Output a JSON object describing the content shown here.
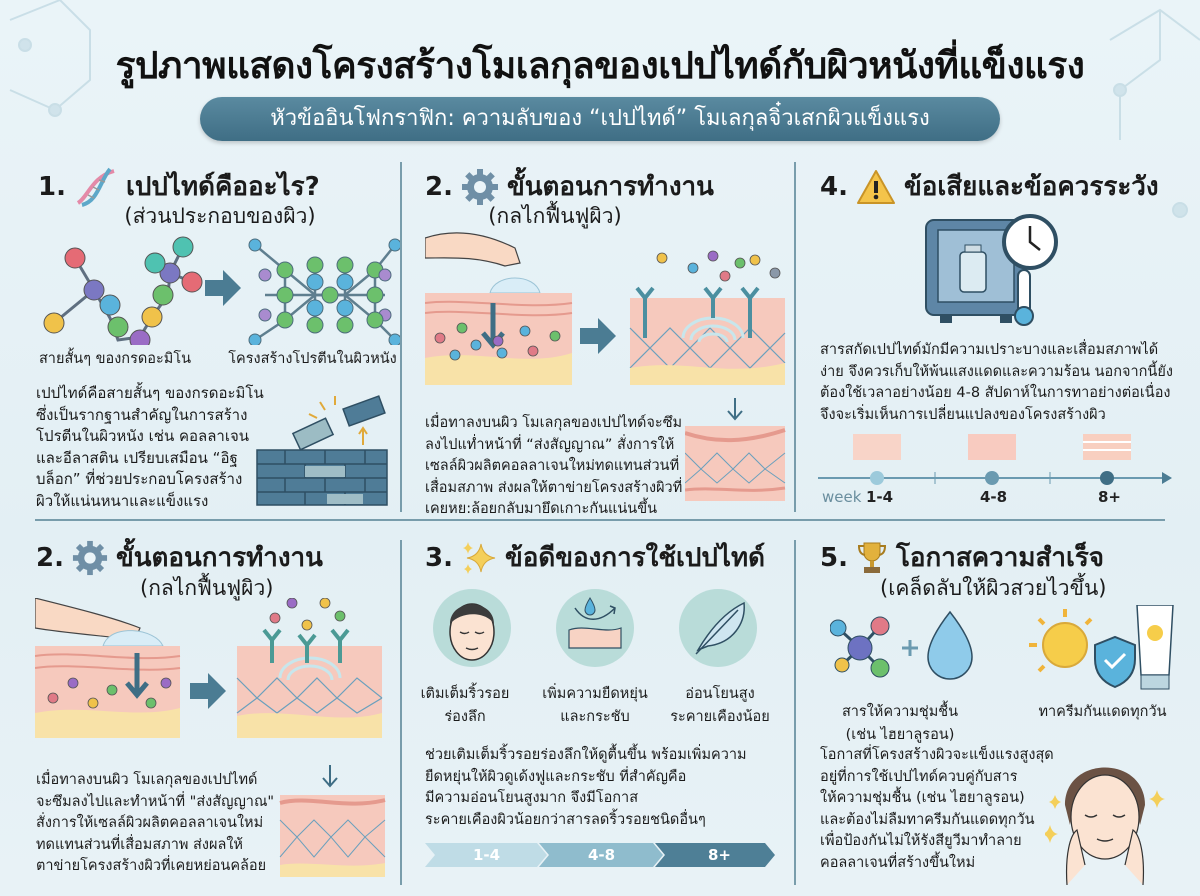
{
  "header": {
    "title": "รูปภาพแสดงโครงสร้างโมเลกุลของเปปไทด์กับผิวหนังที่แข็งแรง",
    "subtitle": "หัวข้ออินโฟกราฟิก: ความลับของ “เปปไทด์” โมเลกุลจิ๋วเสกผิวแข็งแรง"
  },
  "colors": {
    "accent": "#4a7a90",
    "divider": "#5d8799",
    "background": "#e6f1f5",
    "skin": "#f6c9bd",
    "fat": "#f8e2a8"
  },
  "section1": {
    "number": "1.",
    "icon": "dna-icon",
    "title": "เปปไทด์คืออะไร?",
    "subtitle": "(ส่วนประกอบของผิว)",
    "caption_left": "สายสั้นๆ ของกรดอะมิโน",
    "caption_right": "โครงสร้างโปรตีนในผิวหนัง",
    "paragraph": [
      "เปปไทด์คือสายสั้นๆ ของกรดอะมิโน",
      "ซึ่งเป็นรากฐานสำคัญในการสร้าง",
      "โปรตีนในผิวหนัง เช่น คอลลาเจน",
      "และอีลาสติน เปรียบเสมือน “อิฐ",
      "บล็อก” ที่ช่วยประกอบโครงสร้าง",
      "ผิวให้แน่นหนาและแข็งแรง"
    ]
  },
  "section2_top": {
    "number": "2.",
    "icon": "gear-icon",
    "title": "ขั้นตอนการทำงาน",
    "subtitle": "(กลไกฟื้นฟูผิว)",
    "paragraph": [
      "เมื่อทาลงบนผิว โมเลกุลของเปปไทด์จะซึม",
      "ลงไปแท่ำหน้าที่ “ส่งสัญญาณ” สั่งการให้",
      "เซลล์ผิวผลิตคอลลาเจนใหม่ทดแทนส่วนที่",
      "เสื่อมสภาพ ส่งผลให้ตาข่ายโครงสร้างผิวที่",
      "เคยหย:ล้อยกลับมายึดเกาะกันแน่นขึ้น"
    ]
  },
  "section4": {
    "number": "4.",
    "icon": "warning-icon",
    "title": "ข้อเสียและข้อควรระวัง",
    "paragraph": [
      "สารสกัดเปปไทด์มักมีความเปราะบางและเสื่อมสภาพได้",
      "ง่าย จึงควรเก็บให้พ้นแสงแดดและความร้อน นอกจากนี้ยัง",
      "ต้องใช้เวลาอย่างน้อย 4-8 สัปดาห์ในการทาอย่างต่อเนื่อง",
      "จึงจะเริ่มเห็นการเปลี่ยนแปลงของโครงสร้างผิว"
    ],
    "timeline": {
      "unit": "week",
      "stages": [
        "1-4",
        "4-8",
        "8+"
      ]
    }
  },
  "section2_bottom": {
    "number": "2.",
    "icon": "gear-icon",
    "title": "ขั้นตอนการทำงาน",
    "subtitle": "(กลไกฟื้นฟูผิว)",
    "paragraph": [
      "เมื่อทาลงบนผิว โมเลกุลของเปปไทด์",
      "จะซึมลงไปและทำหน้าที่ \"ส่งสัญญาณ\"",
      "สั่งการให้เซลล์ผิวผลิตคอลลาเจนใหม่",
      "ทดแทนส่วนที่เสื่อมสภาพ ส่งผลให้",
      "ตาข่ายโครงสร้างผิวที่เคยหย่อนคล้อย"
    ]
  },
  "section3": {
    "number": "3.",
    "icon": "sparkles-icon",
    "title": "ข้อดีของการใช้เปปไทด์",
    "benefits": [
      {
        "icon": "face-icon",
        "line1": "เติมเต็มริ้วรอย",
        "line2": "ร่องลึก"
      },
      {
        "icon": "skin-elasticity-icon",
        "line1": "เพิ่มความยืดหยุ่น",
        "line2": "และกระชับ"
      },
      {
        "icon": "feather-icon",
        "line1": "อ่อนโยนสูง",
        "line2": "ระคายเคืองน้อย"
      }
    ],
    "paragraph": [
      "ช่วยเติมเต็มริ้วรอยร่องลึกให้ดูตื้นขึ้น พร้อมเพิ่มความ",
      "ยืดหยุ่นให้ผิวดูเด้งฟูและกระชับ ที่สำคัญคือ",
      "มีความอ่อนโยนสูงมาก จึงมีโอกาส",
      "ระคายเคืองผิวน้อยกว่าสารลดริ้วรอยชนิดอื่นๆ"
    ],
    "stages": [
      "1-4",
      "4-8",
      "8+"
    ]
  },
  "section5": {
    "number": "5.",
    "icon": "trophy-icon",
    "title": "โอกาสความสำเร็จ",
    "subtitle": "(เคล็ดลับให้ผิวสวยไวขึ้น)",
    "tip1": {
      "line1": "สารให้ความชุ่มชื้น",
      "line2": "(เช่น ไฮยาลูรอน)"
    },
    "tip2": "ทาครีมกันแดดทุกวัน",
    "paragraph": [
      "โอกาสที่โครงสร้างผิวจะแข็งแรงสูงสุด",
      "อยู่ที่การใช้เปปไทด์ควบคู่กับสาร",
      "ให้ความชุ่มชื้น (เช่น ไฮยาลูรอน)",
      "และต้องไม่ลืมทาครีมกันแดดทุกวัน",
      "เพื่อป้องกันไม่ให้รังสียูวีมาทำลาย",
      "คอลลาเจนที่สร้างขึ้นใหม่"
    ]
  }
}
